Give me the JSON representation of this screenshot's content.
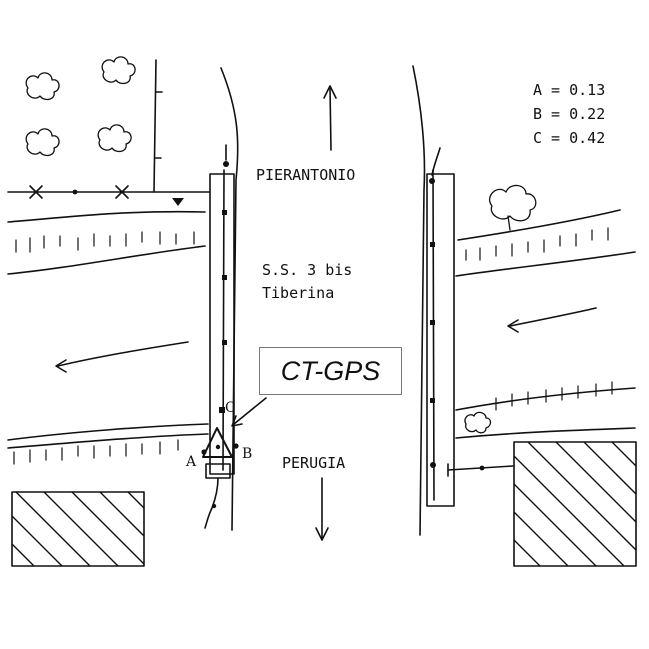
{
  "legend": {
    "entries": [
      {
        "name": "A",
        "value": "0.13",
        "text": "A = 0.13"
      },
      {
        "name": "B",
        "value": "0.22",
        "text": "B = 0.22"
      },
      {
        "name": "C",
        "value": "0.42",
        "text": "C = 0.42"
      }
    ]
  },
  "labels": {
    "north": "PIERANTONIO",
    "road_line1": "S.S. 3 bis",
    "road_line2": "Tiberina",
    "south": "PERUGIA",
    "station": "CT-GPS",
    "marker_a": "A",
    "marker_b": "B",
    "marker_c": "C"
  }
}
